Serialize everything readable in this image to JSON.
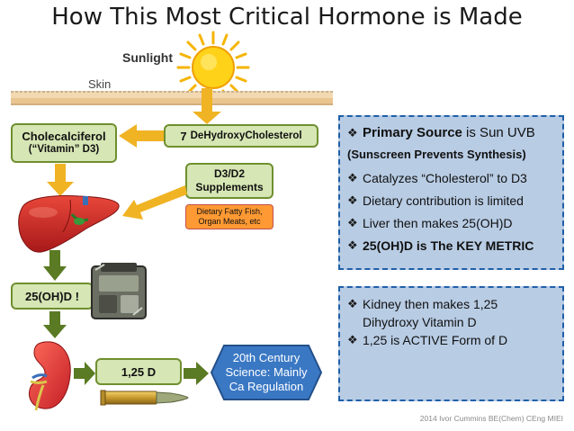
{
  "title": "How This Most Critical Hormone is Made",
  "sunlight_label": "Sunlight",
  "skin_label": "Skin",
  "boxes": {
    "cholecalciferol_line1": "Cholecalciferol",
    "cholecalciferol_line2": "(“Vitamin” D3)",
    "dehydroxy_num": "7",
    "dehydroxy_text": "DeHydroxyCholesterol",
    "supplements_line1": "D3/D2",
    "supplements_line2": "Supplements",
    "dietary_line1": "Dietary Fatty Fish,",
    "dietary_line2": "Organ Meats, etc",
    "oh_d": "25(OH)D !",
    "d125": "1,25 D",
    "century_line1": "20th Century",
    "century_line2": "Science: Mainly",
    "century_line3": "Ca Regulation"
  },
  "info_top": {
    "line1_bold": "Primary Source",
    "line1_rest": " is Sun UVB",
    "line2": "(Sunscreen Prevents Synthesis)",
    "line3": "Catalyzes “Cholesterol” to D3",
    "line4": "Dietary contribution is limited",
    "line5": "Liver then makes 25(OH)D",
    "line6": "25(OH)D is The KEY METRIC"
  },
  "info_bottom": {
    "line1": "Kidney then makes 1,25",
    "line1b": "Dihydroxy Vitamin D",
    "line2": "1,25 is ACTIVE Form of D"
  },
  "footer": "2014 Ivor Cummins BE(Chem) CEng MIEI",
  "colors": {
    "green_fill": "#d6e6b4",
    "green_border": "#6f8f2f",
    "arrow_orange": "#f0b323",
    "arrow_green": "#5a7a23",
    "info_fill": "#b8cce4",
    "info_border": "#1f5fa8",
    "hex_fill": "#3a78c4"
  }
}
